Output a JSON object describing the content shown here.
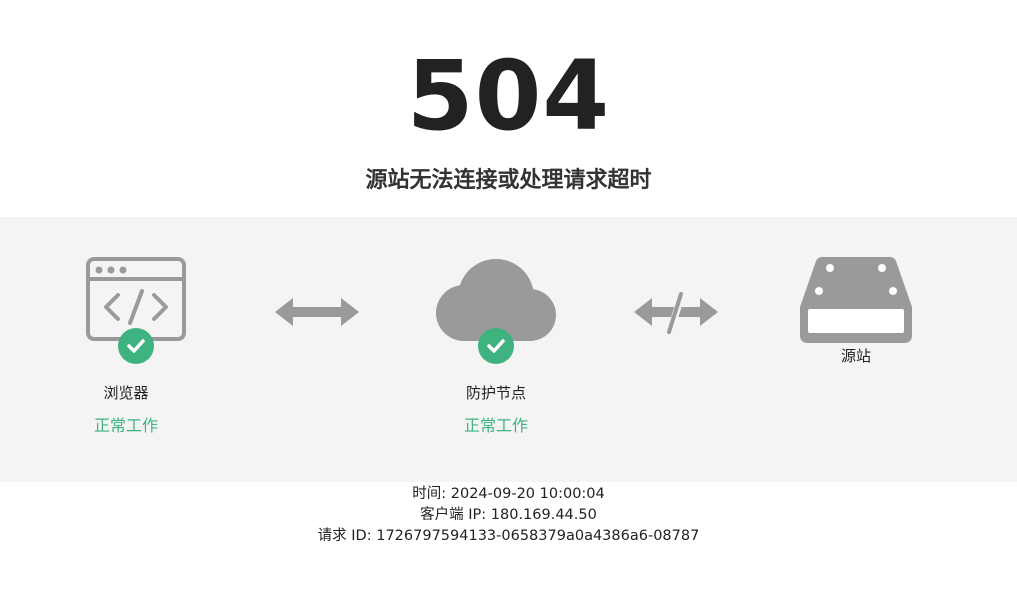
{
  "error": {
    "code": "504",
    "message": "源站无法连接或处理请求超时"
  },
  "nodes": [
    {
      "name": "browser-icon",
      "label": "浏览器",
      "status": "正常工作",
      "status_color": "#3fb37f"
    },
    {
      "name": "cloud-icon",
      "label": "防护节点",
      "status": "正常工作",
      "status_color": "#3fb37f"
    },
    {
      "name": "server-icon",
      "label": "源站",
      "status": ""
    }
  ],
  "connections": [
    {
      "name": "two-way-arrow-icon",
      "state": "ok"
    },
    {
      "name": "broken-arrow-icon",
      "state": "broken"
    }
  ],
  "info": {
    "time_label": "时间:",
    "time_value": "2024-09-20 10:00:04",
    "ip_label": "客户端 IP:",
    "ip_value": "180.169.44.50",
    "request_label": "请求 ID:",
    "request_value": "1726797594133-0658379a0a4386a6-08787"
  },
  "colors": {
    "icon_gray": "#9a9a9a",
    "ok_green": "#3fb37f",
    "band_bg": "#f4f4f4"
  }
}
